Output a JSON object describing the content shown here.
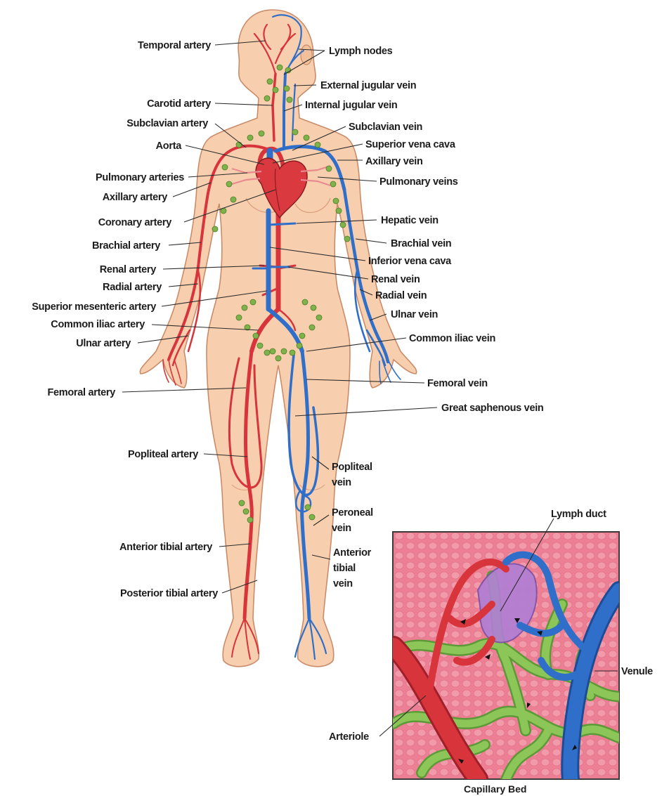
{
  "labels_left": [
    {
      "id": "temporal-artery",
      "text": "Temporal artery"
    },
    {
      "id": "carotid-artery",
      "text": "Carotid artery"
    },
    {
      "id": "subclavian-artery",
      "text": "Subclavian artery"
    },
    {
      "id": "aorta",
      "text": "Aorta"
    },
    {
      "id": "pulmonary-arteries",
      "text": "Pulmonary arteries"
    },
    {
      "id": "axillary-artery",
      "text": "Axillary artery"
    },
    {
      "id": "coronary-artery",
      "text": "Coronary artery"
    },
    {
      "id": "brachial-artery",
      "text": "Brachial artery"
    },
    {
      "id": "renal-artery",
      "text": "Renal artery"
    },
    {
      "id": "radial-artery",
      "text": "Radial artery"
    },
    {
      "id": "superior-mesenteric-artery",
      "text": "Superior mesenteric artery"
    },
    {
      "id": "common-iliac-artery",
      "text": "Common iliac artery"
    },
    {
      "id": "ulnar-artery",
      "text": "Ulnar artery"
    },
    {
      "id": "femoral-artery",
      "text": "Femoral artery"
    },
    {
      "id": "popliteal-artery",
      "text": "Popliteal artery"
    },
    {
      "id": "anterior-tibial-artery",
      "text": "Anterior tibial artery"
    },
    {
      "id": "posterior-tibial-artery",
      "text": "Posterior tibial artery"
    }
  ],
  "labels_right": [
    {
      "id": "lymph-nodes",
      "text": "Lymph nodes"
    },
    {
      "id": "external-jugular-vein",
      "text": "External jugular vein"
    },
    {
      "id": "internal-jugular-vein",
      "text": "Internal jugular vein"
    },
    {
      "id": "subclavian-vein",
      "text": "Subclavian vein"
    },
    {
      "id": "superior-vena-cava",
      "text": "Superior vena cava"
    },
    {
      "id": "axillary-vein",
      "text": "Axillary vein"
    },
    {
      "id": "pulmonary-veins",
      "text": "Pulmonary veins"
    },
    {
      "id": "hepatic-vein",
      "text": "Hepatic vein"
    },
    {
      "id": "brachial-vein",
      "text": "Brachial vein"
    },
    {
      "id": "inferior-vena-cava",
      "text": "Inferior vena cava"
    },
    {
      "id": "renal-vein",
      "text": "Renal vein"
    },
    {
      "id": "radial-vein",
      "text": "Radial vein"
    },
    {
      "id": "ulnar-vein",
      "text": "Ulnar vein"
    },
    {
      "id": "common-iliac-vein",
      "text": "Common iliac vein"
    },
    {
      "id": "femoral-vein",
      "text": "Femoral vein"
    },
    {
      "id": "great-saphenous-vein",
      "text": "Great saphenous vein"
    }
  ],
  "labels_multiline": {
    "popliteal_vein": [
      "Popliteal",
      "vein"
    ],
    "peroneal_vein": [
      "Peroneal",
      "vein"
    ],
    "anterior_tibial_vein": [
      "Anterior",
      "tibial",
      "vein"
    ]
  },
  "inset": {
    "lymph_duct": "Lymph duct",
    "venule": "Venule",
    "arteriole": "Arteriole",
    "caption": "Capillary Bed"
  },
  "colors": {
    "skin": "#f8cfae",
    "skin_outline": "#c98c6a",
    "artery": "#d8343b",
    "vein": "#2f6fc9",
    "lymph": "#7fb24a",
    "inset_background": "#ec7f93",
    "lymph_duct": "#b07ed6"
  }
}
